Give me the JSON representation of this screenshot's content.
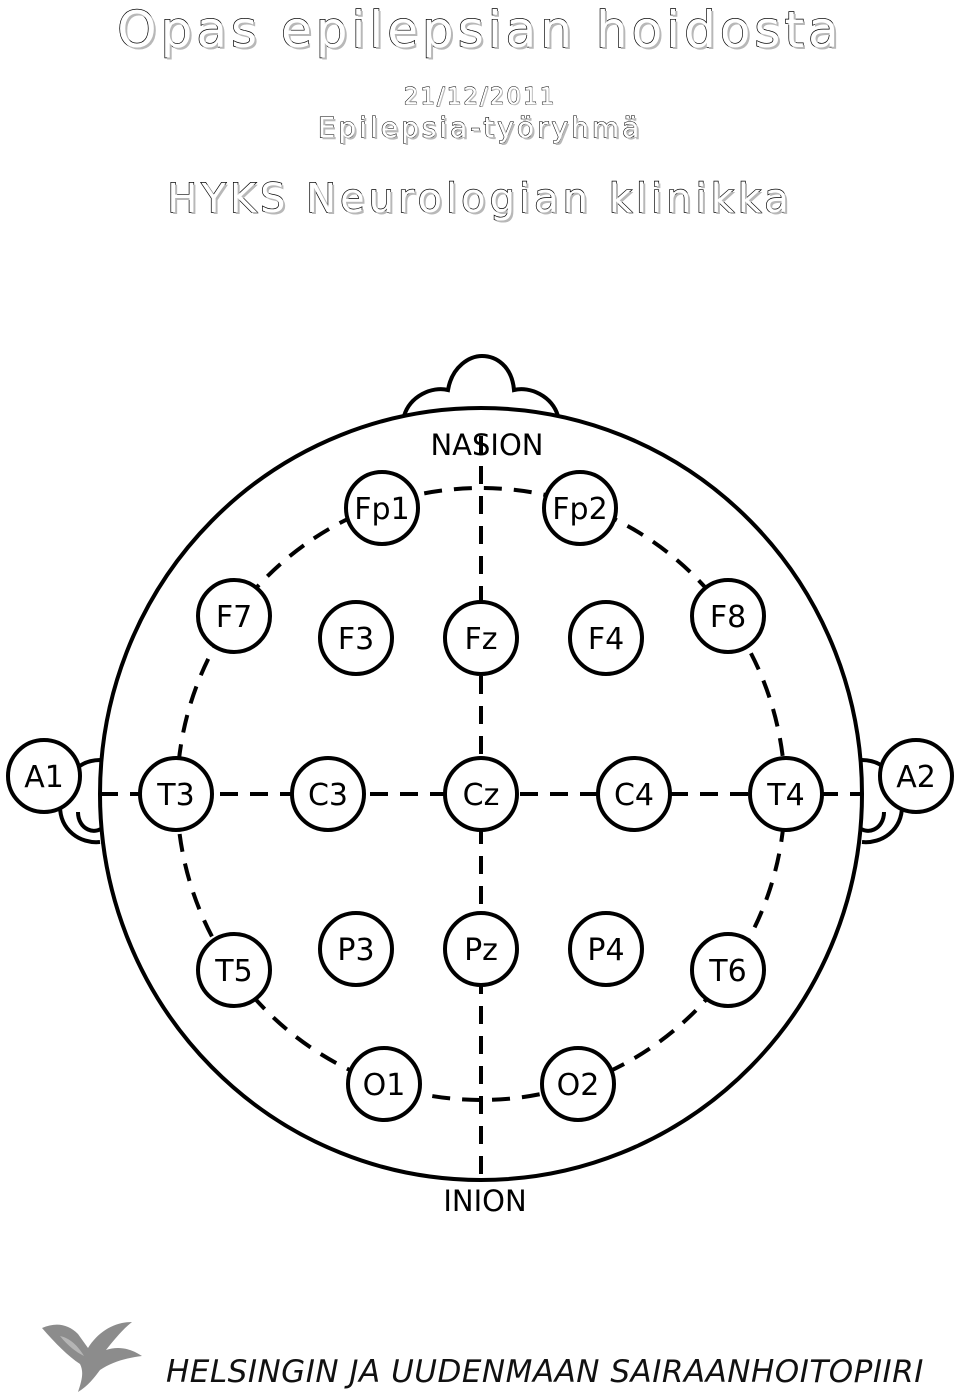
{
  "title": "Opas epilepsian hoidosta",
  "date": "21/12/2011",
  "group": "Epilepsia-työryhmä",
  "clinic": "HYKS Neurologian klinikka",
  "diagram": {
    "landmarks": {
      "top": "NASION",
      "bottom": "INION"
    },
    "electrodes": [
      {
        "id": "fp1",
        "label": "Fp1"
      },
      {
        "id": "fp2",
        "label": "Fp2"
      },
      {
        "id": "f7",
        "label": "F7"
      },
      {
        "id": "f3",
        "label": "F3"
      },
      {
        "id": "fz",
        "label": "Fz"
      },
      {
        "id": "f4",
        "label": "F4"
      },
      {
        "id": "f8",
        "label": "F8"
      },
      {
        "id": "a1",
        "label": "A1"
      },
      {
        "id": "t3",
        "label": "T3"
      },
      {
        "id": "c3",
        "label": "C3"
      },
      {
        "id": "cz",
        "label": "Cz"
      },
      {
        "id": "c4",
        "label": "C4"
      },
      {
        "id": "t4",
        "label": "T4"
      },
      {
        "id": "a2",
        "label": "A2"
      },
      {
        "id": "t5",
        "label": "T5"
      },
      {
        "id": "p3",
        "label": "P3"
      },
      {
        "id": "pz",
        "label": "Pz"
      },
      {
        "id": "p4",
        "label": "P4"
      },
      {
        "id": "t6",
        "label": "T6"
      },
      {
        "id": "o1",
        "label": "O1"
      },
      {
        "id": "o2",
        "label": "O2"
      }
    ]
  },
  "footer": {
    "organization": "HELSINGIN JA UUDENMAAN SAIRAANHOITOPIIRI"
  }
}
